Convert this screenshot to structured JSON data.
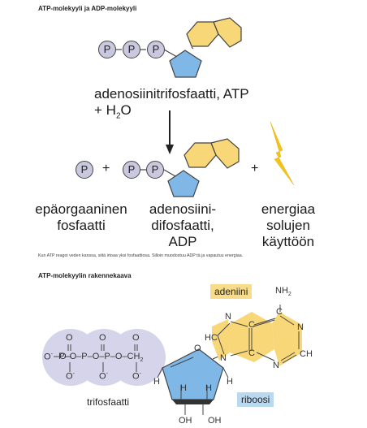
{
  "top_section": {
    "title": "ATP-molekyyli ja ADP-molekyyli",
    "phosphate_symbol": "P",
    "atp_label_line1": "adenosiinitrifosfaatti, ATP",
    "atp_label_line2": "+ H",
    "water_sub": "2",
    "water_o": "O",
    "plus": "+",
    "products": {
      "inorganic_l1": "epäorgaaninen",
      "inorganic_l2": "fosfaatti",
      "adp_l1": "adenosiini-",
      "adp_l2": "difosfaatti,",
      "adp_l3": "ADP",
      "energy_l1": "energiaa",
      "energy_l2": "solujen",
      "energy_l3": "käyttöön"
    },
    "caption": "Kun ATP reagoi veden kanssa, siitä irtoaa yksi fosfaattiosa. Silloin muodostuu ADP:tä ja vapautuu energiaa."
  },
  "bottom_section": {
    "title": "ATP-molekyylin rakennekaava",
    "adenine_label": "adeniini",
    "ribose_label": "riboosi",
    "triphosphate_label": "trifosfaatti",
    "atoms": {
      "o": "O",
      "p": "P",
      "o_minus": "O",
      "minus": "-",
      "dash_o": "–O–",
      "ch2": "CH",
      "two": "2",
      "n": "N",
      "c": "C",
      "hc": "HC",
      "ch": "CH",
      "h": "H",
      "oh": "OH",
      "nh2": "NH"
    }
  },
  "colors": {
    "phosphate_fill": "#c9c8df",
    "adenine_fill": "#f7d777",
    "ribose_fill": "#7fb8e6",
    "lightning": "#f2c318",
    "adenine_label_bg": "#f8dc8a",
    "ribose_label_bg": "#b9d9f1"
  }
}
